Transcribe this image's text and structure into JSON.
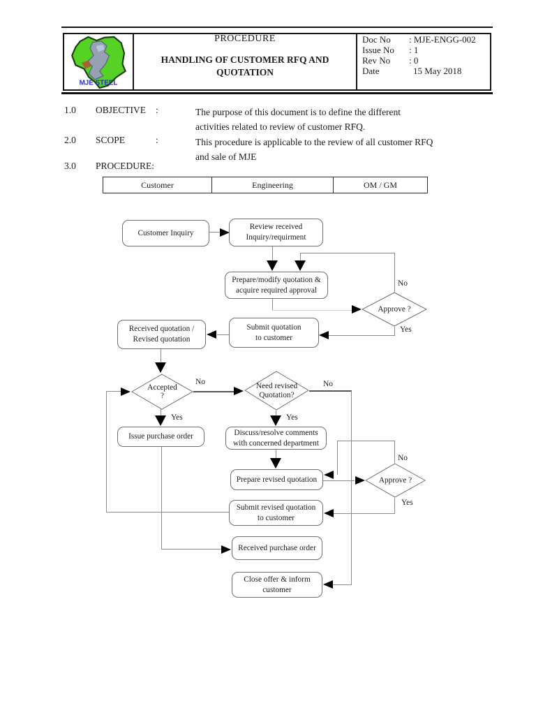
{
  "header": {
    "logo_text": "MJE STEEL",
    "doc_type": "PROCEDURE",
    "title": "HANDLING OF CUSTOMER RFQ AND\nQUOTATION",
    "meta": [
      {
        "label": "Doc No",
        "value": ": MJE-ENGG-002"
      },
      {
        "label": "Issue No",
        "value": ": 1"
      },
      {
        "label": "Rev No",
        "value": ": 0"
      },
      {
        "label": "Date",
        "value": "15 May 2018"
      }
    ]
  },
  "sections": [
    {
      "num": "1.0",
      "heading": "OBJECTIVE",
      "colon": ":",
      "body": "The purpose of this document is to define the different\nactivities related to review of customer RFQ."
    },
    {
      "num": "2.0",
      "heading": "SCOPE",
      "colon": ":",
      "body": "This procedure is applicable to the review of all customer RFQ\nand sale of MJE"
    },
    {
      "num": "3.0",
      "heading": "PROCEDURE:",
      "colon": "",
      "body": ""
    }
  ],
  "flowchart": {
    "columns": [
      "Customer",
      "Engineering",
      "OM / GM"
    ],
    "nodes": {
      "customer_inquiry": "Customer Inquiry",
      "review_received": "Review received\nInquiry/requirment",
      "prepare_modify": "Prepare/modify quotation &\nacquire required approval",
      "approve_1": "Approve ?",
      "submit_quotation": "Submit quotation\nto customer",
      "received_quotation": "Received quotation /\nRevised quotation",
      "accepted": "Accepted\n?",
      "need_revised": "Need revised\nQuotation?",
      "issue_purchase_order": "Issue purchase order",
      "discuss_resolve": "Discuss/resolve comments\nwith concerned department",
      "prepare_revised": "Prepare revised quotation",
      "approve_2": "Approve ?",
      "submit_revised": "Submit revised quotation\nto customer",
      "received_purchase_order": "Received purchase order",
      "close_offer": "Close offer & inform\ncustomer"
    },
    "labels": {
      "yes": "Yes",
      "no": "No"
    }
  }
}
